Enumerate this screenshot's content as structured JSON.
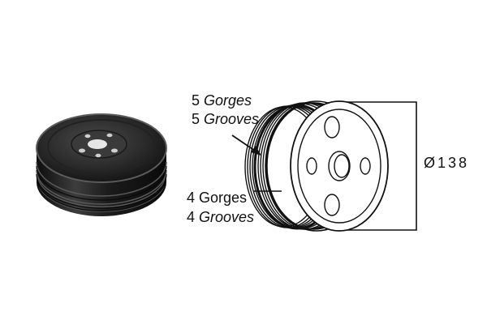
{
  "labels": {
    "groove_5": {
      "count": "5",
      "french": "Gorges",
      "english": "Grooves"
    },
    "groove_4": {
      "count": "4",
      "french": "Gorges",
      "english": "Grooves"
    }
  },
  "diameter_label": "Ø138",
  "colors": {
    "pulley_dark": "#1a1a1a",
    "pulley_mid": "#3a3a3a",
    "line_art": "#111111",
    "background": "#ffffff"
  },
  "icons": {
    "photo": "pulley-photo",
    "drawing": "pulley-line-drawing",
    "arrow": "pointer-arrow"
  }
}
